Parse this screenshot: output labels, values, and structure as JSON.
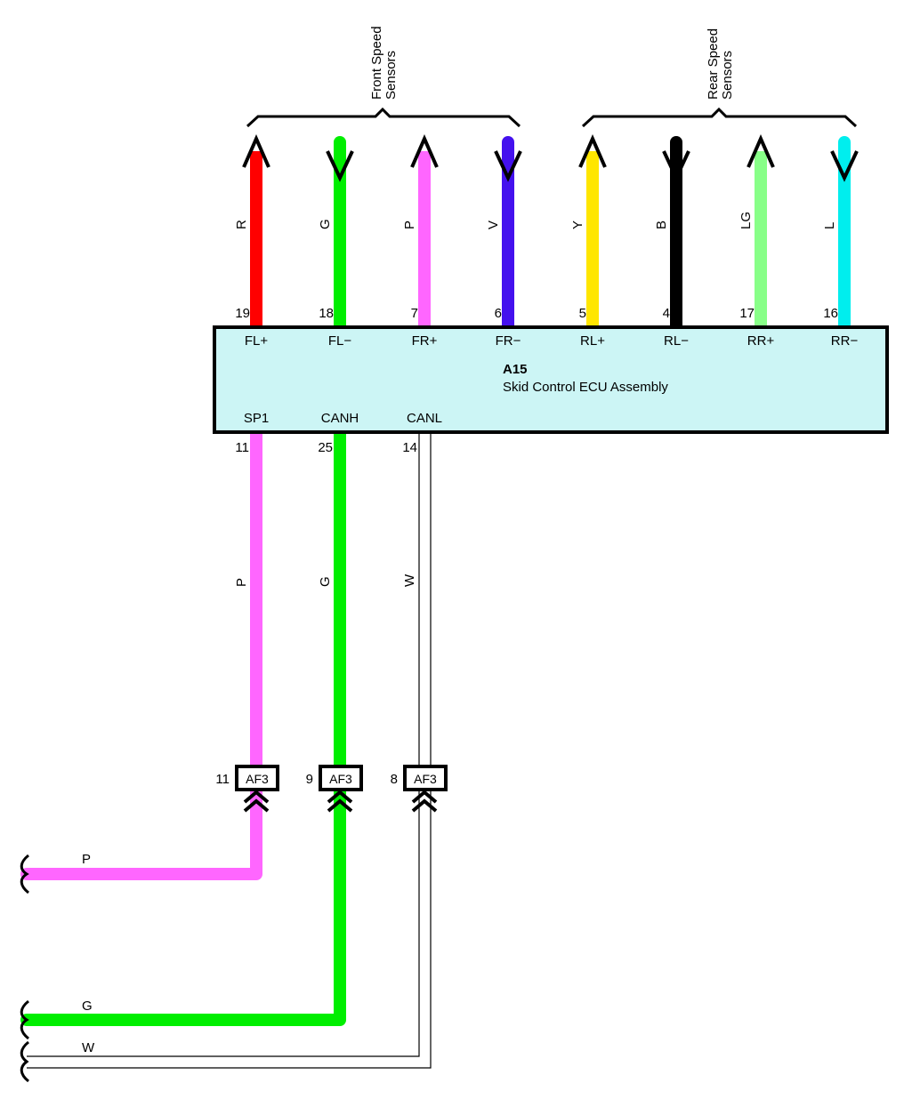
{
  "colors": {
    "R": "#ff0000",
    "G": "#00ee00",
    "P": "#ff66ff",
    "V": "#4411ee",
    "Y": "#ffe600",
    "B": "#000000",
    "LG": "#88ff88",
    "L": "#00eeee",
    "W": "#ffffff",
    "ecu_fill": "#ccf5f5",
    "outline": "#000000"
  },
  "groups": {
    "front": [
      "Front Speed",
      "Sensors"
    ],
    "rear": [
      "Rear Speed",
      "Sensors"
    ]
  },
  "ecu": {
    "id": "A15",
    "name": "Skid Control ECU Assembly"
  },
  "top_wires": [
    {
      "color_code": "R",
      "pin": "19",
      "terminal": "FL+",
      "direction": "out"
    },
    {
      "color_code": "G",
      "pin": "18",
      "terminal": "FL−",
      "direction": "in"
    },
    {
      "color_code": "P",
      "pin": "7",
      "terminal": "FR+",
      "direction": "out"
    },
    {
      "color_code": "V",
      "pin": "6",
      "terminal": "FR−",
      "direction": "in"
    },
    {
      "color_code": "Y",
      "pin": "5",
      "terminal": "RL+",
      "direction": "out"
    },
    {
      "color_code": "B",
      "pin": "4",
      "terminal": "RL−",
      "direction": "in"
    },
    {
      "color_code": "LG",
      "pin": "17",
      "terminal": "RR+",
      "direction": "out"
    },
    {
      "color_code": "L",
      "pin": "16",
      "terminal": "RR−",
      "direction": "in"
    }
  ],
  "bottom_wires": [
    {
      "color_code": "P",
      "pin": "11",
      "terminal": "SP1",
      "connector": "AF3",
      "connector_pin": "11",
      "end_label": "P"
    },
    {
      "color_code": "G",
      "pin": "25",
      "terminal": "CANH",
      "connector": "AF3",
      "connector_pin": "9",
      "end_label": "G"
    },
    {
      "color_code": "W",
      "pin": "14",
      "terminal": "CANL",
      "connector": "AF3",
      "connector_pin": "8",
      "end_label": "W"
    }
  ]
}
